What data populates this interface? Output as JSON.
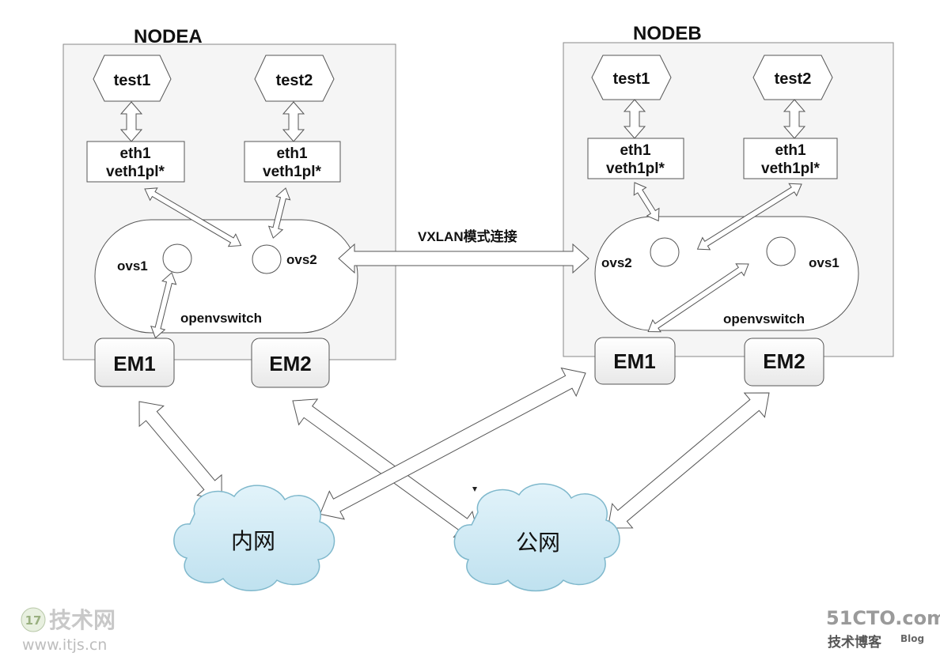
{
  "nodes": [
    {
      "title": "NODEA",
      "hosts": [
        "test1",
        "test2"
      ],
      "ifaces": [
        "eth1",
        "veth1pl*"
      ],
      "switch": [
        "ovs1",
        "ovs2",
        "openvswitch"
      ],
      "em": [
        "EM1",
        "EM2"
      ]
    },
    {
      "title": "NODEB",
      "hosts": [
        "test1",
        "test2"
      ],
      "ifaces": [
        "eth1",
        "veth1pl*"
      ],
      "switch": [
        "ovs2",
        "ovs1",
        "openvswitch"
      ],
      "em": [
        "EM1",
        "EM2"
      ]
    }
  ],
  "link_label": "VXLAN模式连接",
  "clouds": [
    "内网",
    "公网"
  ],
  "watermarks": {
    "left_brand": "技术网",
    "left_url": "www.itjs.cn",
    "right_brand": "51CTO.com",
    "right_sub": "技术博客",
    "right_blog": "Blog"
  },
  "colors": {
    "panel_fill": "#f5f5f5",
    "cloud_fill": "#cfe9f3",
    "cloud_stroke": "#7fb8cc",
    "arrow_fill": "#ffffff"
  }
}
